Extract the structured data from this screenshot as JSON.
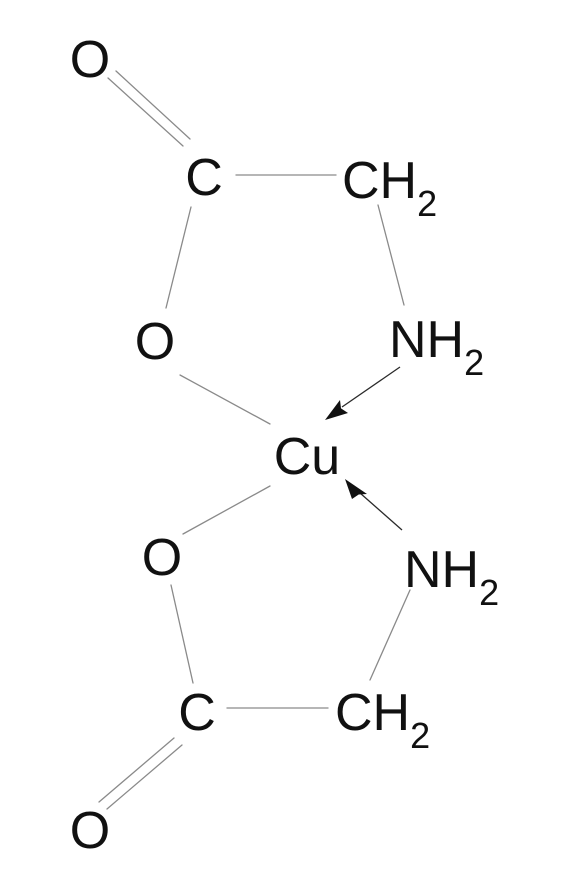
{
  "diagram": {
    "atoms": {
      "o_top_carbonyl": "O",
      "c_top": "C",
      "ch2_top": {
        "base": "CH",
        "sub": "2"
      },
      "o_top_ring": "O",
      "nh2_top": {
        "base": "NH",
        "sub": "2"
      },
      "cu": "Cu",
      "o_bottom_ring": "O",
      "nh2_bottom": {
        "base": "NH",
        "sub": "2"
      },
      "c_bottom": "C",
      "ch2_bottom": {
        "base": "CH",
        "sub": "2"
      },
      "o_bottom_carbonyl": "O"
    },
    "colors": {
      "bond": "#8a8a8a",
      "coordinate_bond": "#2a2a2a",
      "atom_text": "#111111",
      "background": "#ffffff"
    }
  }
}
